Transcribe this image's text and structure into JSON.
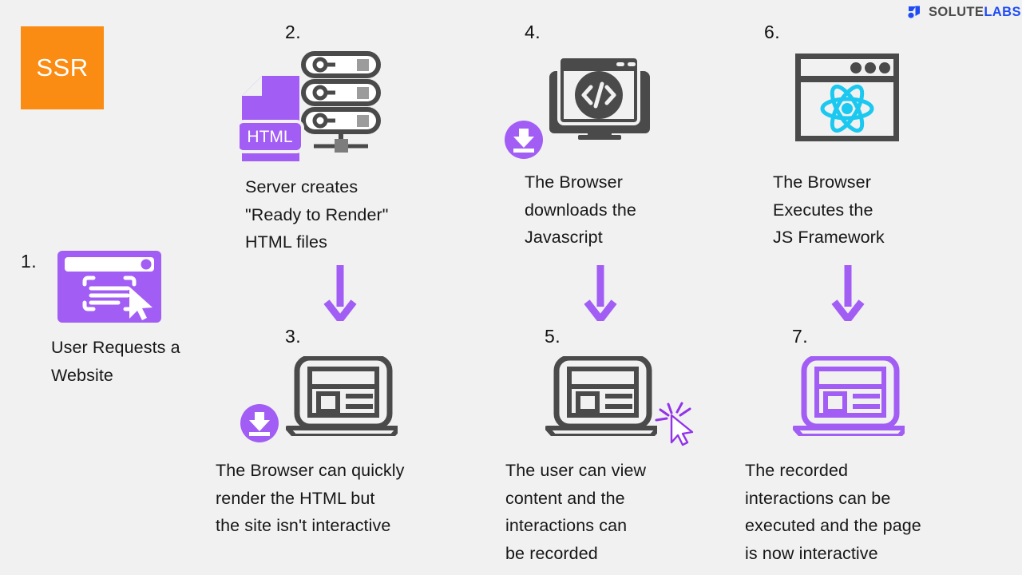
{
  "page": {
    "background": "#f1f1f1",
    "accent_purple": "#a25df5",
    "accent_orange": "#fb8c13",
    "icon_dark": "#4a4a4a",
    "react_cyan": "#1ac8f0",
    "text_color": "#171717"
  },
  "brand": {
    "name": "brand-logo",
    "word_one": "SOLUTE",
    "word_two": "LABS",
    "mark_color": "#1f4cf5"
  },
  "badge": {
    "label": "SSR",
    "background": "#fb8c13",
    "text_color": "#ffffff"
  },
  "steps": [
    {
      "number": "1.",
      "icon": "browser-window-cursor-icon",
      "caption": "User Requests a\nWebsite"
    },
    {
      "number": "2.",
      "icon": "server-rack-html-file-icon",
      "file_label": "HTML",
      "caption": "Server creates\n\"Ready to Render\"\nHTML files"
    },
    {
      "number": "3.",
      "icon": "laptop-download-icon",
      "caption": "The Browser can quickly\nrender the HTML but\nthe site isn't interactive"
    },
    {
      "number": "4.",
      "icon": "monitor-code-download-icon",
      "caption": "The Browser\ndownloads the\nJavascript"
    },
    {
      "number": "5.",
      "icon": "laptop-click-cursor-icon",
      "caption": "The user can view\ncontent and the\ninteractions can\nbe recorded"
    },
    {
      "number": "6.",
      "icon": "browser-react-atom-icon",
      "caption": "The Browser\nExecutes the\nJS Framework"
    },
    {
      "number": "7.",
      "icon": "laptop-active-purple-icon",
      "caption": "The recorded\ninteractions can be\nexecuted and the page\nis now interactive"
    }
  ],
  "arrows": [
    {
      "name": "arrow-step2-to-step3",
      "direction": "down"
    },
    {
      "name": "arrow-step4-to-step5",
      "direction": "down"
    },
    {
      "name": "arrow-step6-to-step7",
      "direction": "down"
    }
  ]
}
